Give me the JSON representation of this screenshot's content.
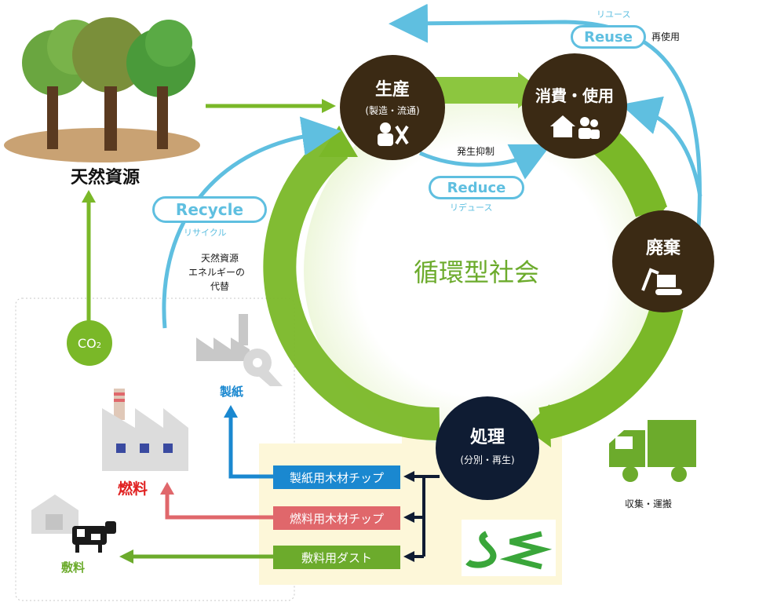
{
  "resource": {
    "label": "天然資源"
  },
  "center": {
    "label": "循環型社会"
  },
  "nodes": {
    "production": {
      "title": "生産",
      "sub": "(製造・流通)"
    },
    "consumption": {
      "title": "消費・使用"
    },
    "disposal": {
      "title": "廃棄"
    },
    "processing": {
      "title": "処理",
      "sub": "(分別・再生)"
    }
  },
  "reuse": {
    "en": "Reuse",
    "kana": "リユース",
    "jp": "再使用"
  },
  "reduce": {
    "en": "Reduce",
    "kana": "リデュース",
    "jp": "発生抑制"
  },
  "recycle": {
    "en": "Recycle",
    "kana": "リサイクル",
    "note_line1": "天然資源",
    "note_line2": "エネルギーの",
    "note_line3": "代替"
  },
  "co2": {
    "label": "CO",
    "sub": "2"
  },
  "paper": {
    "label": "製紙"
  },
  "fuel": {
    "label": "燃料"
  },
  "bedding": {
    "label": "敷料"
  },
  "collection": {
    "label": "収集・運搬"
  },
  "products": [
    {
      "label": "製紙用木材チップ",
      "color": "#1a88d0"
    },
    {
      "label": "燃料用木材チップ",
      "color": "#e0676b"
    },
    {
      "label": "敷料用ダスト",
      "color": "#6cab2c"
    }
  ],
  "colors": {
    "green": "#7ab828",
    "light_blue": "#5fbfe0",
    "dark_brown": "#3b2a14",
    "navy": "#0f1c33",
    "cream": "#fdf7d9"
  }
}
